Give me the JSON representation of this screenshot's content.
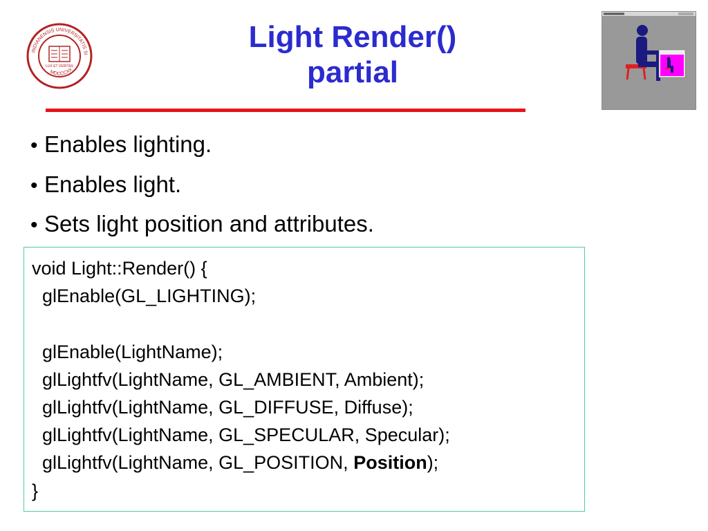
{
  "title": {
    "line1": "Light Render()",
    "line2": "partial"
  },
  "seal": {
    "text_top": "INDIANENSIS UNIVERSITATIS SIGILLUM",
    "text_center": "LUX ET VERITAS",
    "text_bottom": "MDCCCXX"
  },
  "bullets": [
    "Enables lighting.",
    "Enables light.",
    "Sets light position and attributes."
  ],
  "code": {
    "lines": [
      "void Light::Render() {",
      "  glEnable(GL_LIGHTING);",
      "",
      "  glEnable(LightName);",
      "  glLightfv(LightName, GL_AMBIENT, Ambient);",
      "  glLightfv(LightName, GL_DIFFUSE, Diffuse);",
      "  glLightfv(LightName, GL_SPECULAR, Specular);"
    ],
    "position_line": {
      "prefix": "  glLightfv(LightName, GL_POSITION, ",
      "bold": "Position",
      "suffix": ");"
    },
    "closing": "}"
  },
  "thumbnail": {
    "background": "#999999",
    "inner_window_bg": "#ff00ff",
    "figure_color": "#1a1a80",
    "chair_color": "#e02020"
  }
}
